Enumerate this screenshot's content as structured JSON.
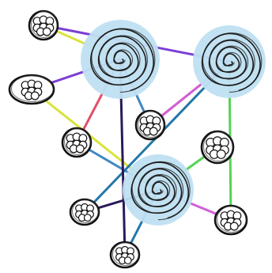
{
  "diagram": {
    "hubs": [
      {
        "id": "hub-top-left",
        "fill": "#bfe0f2"
      },
      {
        "id": "hub-top-right",
        "fill": "#bfe0f2"
      },
      {
        "id": "hub-bottom",
        "fill": "#bfe0f2"
      }
    ],
    "nodes": [
      {
        "id": "node-top-left"
      },
      {
        "id": "node-left"
      },
      {
        "id": "node-middle"
      },
      {
        "id": "node-left-middle"
      },
      {
        "id": "node-right"
      },
      {
        "id": "node-bottom-left"
      },
      {
        "id": "node-bottom-right"
      },
      {
        "id": "node-bottom"
      }
    ],
    "edges": [
      {
        "from": "node-top-left",
        "to": "hub-top-right",
        "color": "#7b3fd6"
      },
      {
        "from": "node-top-left",
        "to": "hub-top-left",
        "color": "#d8e43a"
      },
      {
        "from": "node-left",
        "to": "hub-top-left",
        "color": "#7b3fd6"
      },
      {
        "from": "node-left",
        "to": "hub-bottom",
        "color": "#d8e43a"
      },
      {
        "from": "node-middle",
        "to": "hub-top-left",
        "color": "#3f88c5"
      },
      {
        "from": "node-middle",
        "to": "hub-top-right",
        "color": "#e24f6a"
      },
      {
        "from": "node-left-middle",
        "to": "hub-top-left",
        "color": "#e24f6a"
      },
      {
        "from": "node-left-middle",
        "to": "hub-bottom",
        "color": "#3f88c5"
      },
      {
        "from": "node-right",
        "to": "hub-bottom",
        "color": "#54d454"
      },
      {
        "from": "node-bottom-left",
        "to": "hub-top-right",
        "color": "#2277a8"
      },
      {
        "from": "node-bottom-left",
        "to": "hub-bottom",
        "color": "#2a1a5a"
      },
      {
        "from": "node-bottom-right",
        "to": "hub-bottom",
        "color": "#d25fd6"
      },
      {
        "from": "node-bottom-right",
        "to": "hub-top-right",
        "color": "#54d454"
      },
      {
        "from": "node-bottom",
        "to": "hub-bottom",
        "color": "#2277a8"
      },
      {
        "from": "node-bottom",
        "to": "hub-top-left",
        "color": "#2a1a5a"
      },
      {
        "from": "hub-top-right",
        "to": "node-middle",
        "color": "#d25fd6"
      }
    ]
  }
}
